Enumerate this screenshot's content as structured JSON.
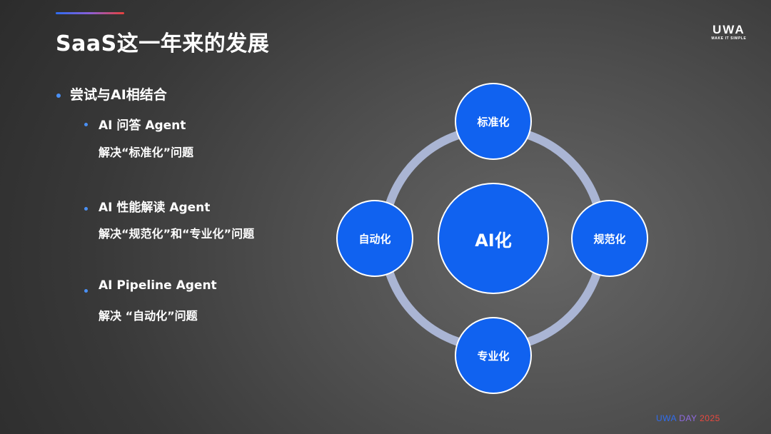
{
  "slide": {
    "title": "SaaS这一年来的发展"
  },
  "logo": {
    "mark": "UWA",
    "tagline": "MAKE IT SIMPLE"
  },
  "content": {
    "main_bullet": "尝试与AI相结合",
    "items": [
      {
        "title": "AI 问答 Agent",
        "desc": "解决“标准化”问题"
      },
      {
        "title": "AI 性能解读 Agent",
        "desc": "解决“规范化”和“专业化”问题"
      },
      {
        "title": "AI Pipeline Agent",
        "desc": "解决 “自动化”问题"
      }
    ]
  },
  "diagram": {
    "center": "AI化",
    "top": "标准化",
    "right": "规范化",
    "bottom": "专业化",
    "left": "自动化",
    "colors": {
      "node": "#1062f0",
      "ring": "#aab5d4"
    }
  },
  "footer": {
    "part1": "UWA",
    "part2": " DAY ",
    "part3": "2025"
  }
}
